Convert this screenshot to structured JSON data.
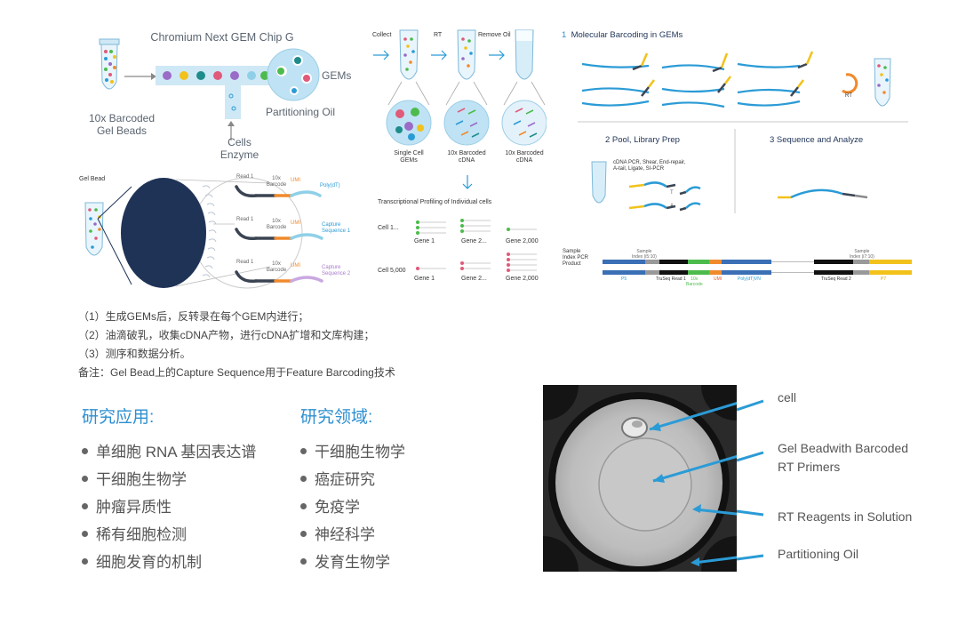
{
  "chip": {
    "title": "Chromium Next GEM Chip G",
    "gel_beads": "10x Barcoded\nGel Beads",
    "gems": "GEMs",
    "oil": "Partitioning Oil",
    "cells": "Cells\nEnzyme"
  },
  "steps": {
    "collect": "Collect",
    "rt": "RT",
    "remove_oil": "Remove Oil",
    "single_cell_gems": "Single Cell\nGEMs",
    "barcoded_cdna_1": "10x Barcoded\ncDNA",
    "barcoded_cdna_2": "10x Barcoded\ncDNA"
  },
  "profiling": {
    "title": "Transcriptional Profiling of Individual cells",
    "cell1": "Cell 1...",
    "cell5000": "Cell 5,000",
    "gene1": "Gene 1",
    "gene2": "Gene 2...",
    "gene2000": "Gene 2,000"
  },
  "gelbead": {
    "title": "Gel Bead",
    "read1": "Read 1",
    "barcode": "10x\nBarcode",
    "umi": "UMI",
    "polydt": "Poly(dT)",
    "cap1": "Capture\nSequence 1",
    "cap2": "Capture\nSequence 2"
  },
  "workflow": {
    "s1": "1  Molecular Barcoding in GEMs",
    "s2": "2  Pool, Library Prep",
    "s3": "3  Sequence and Analyze",
    "rt": "RT",
    "prep_desc": "cDNA PCR, Shear, End-repair,\nA-tail, Ligate, SI-PCR",
    "t": "T",
    "a": "A",
    "sample_pcr": "Sample\nIndex PCR\nProduct",
    "sample_index_5": "Sample\nIndex (i5:10)",
    "sample_index_7": "Sample\nIndex (i7:10)",
    "p5": "P5",
    "truseq1": "TruSeq Read 1",
    "barcode10x": "10x\nBarcode",
    "umi": "UMI",
    "polydtvn": "Poly(dT)VN",
    "truseq2": "TruSeq Read 2",
    "p7": "P7"
  },
  "notes": [
    "（1）生成GEMs后，反转录在每个GEM内进行；",
    "（2）油滴破乳，收集cDNA产物，进行cDNA扩增和文库构建；",
    "（3）测序和数据分析。",
    "备注：Gel Bead上的Capture Sequence用于Feature Barcoding技术"
  ],
  "applications": {
    "heading": "研究应用:",
    "items": [
      "单细胞 RNA 基因表达谱",
      "干细胞生物学",
      "肿瘤异质性",
      "稀有细胞检测",
      "细胞发育的机制"
    ]
  },
  "fields": {
    "heading": "研究领域:",
    "items": [
      "干细胞生物学",
      "癌症研究",
      "免疫学",
      "神经科学",
      "发育生物学"
    ]
  },
  "micrograph": {
    "cell": "cell",
    "bead": "Gel  Beadwith  Barcoded\nRT Primers",
    "rt_reagents": "RT Reagents in Solution",
    "oil": "Partitioning Oil"
  },
  "colors": {
    "accent_blue": "#2d8fd0",
    "seq_blue": "#2b9bd6",
    "umi_orange": "#f08a2c",
    "barcode_green": "#4cbb4c",
    "p7_yellow": "#f2c21b",
    "navy": "#1f3357"
  }
}
